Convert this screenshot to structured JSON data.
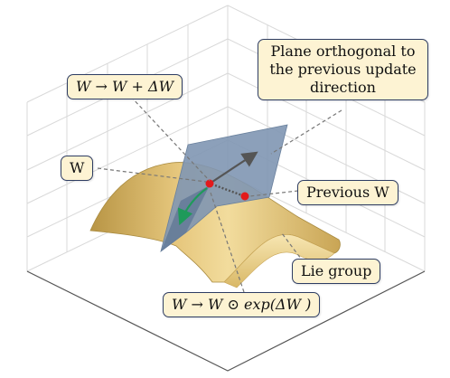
{
  "labels": {
    "additive_update": "W  →  W + ΔW",
    "plane": "Plane orthogonal to the previous update direction",
    "w": "W",
    "previous_w": "Previous W",
    "lie_group": "Lie group",
    "multiplicative_update": "W  →  W  ⊙  exp(ΔW )"
  },
  "colors": {
    "label_fill": "#fdf3d3",
    "label_border": "#2e3d63",
    "surface": "#d8b86a",
    "plane": "#7f96b3",
    "point": "#e31a1c",
    "update_arrow": "#1f9a5a",
    "direction_arrow": "#555555",
    "grid": "#d9d9d9"
  }
}
